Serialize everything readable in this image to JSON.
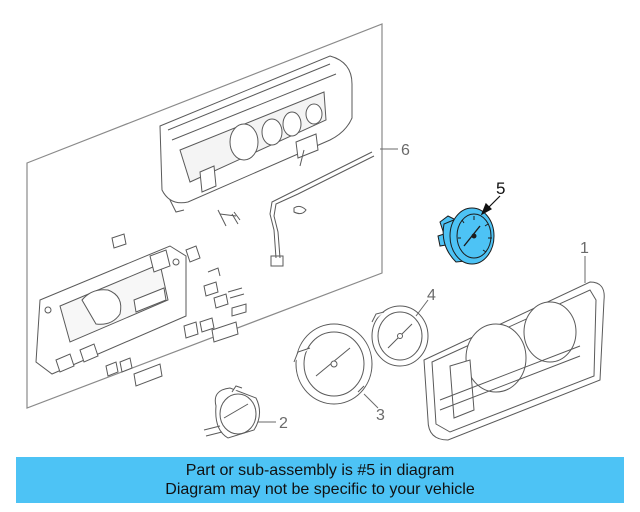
{
  "diagram": {
    "callouts": {
      "part_1": "1",
      "part_2": "2",
      "part_3": "3",
      "part_4": "4",
      "part_5": "5",
      "part_6": "6"
    },
    "highlight_color": "#4dc3f5",
    "line_color": "#6a6a6a"
  },
  "banner": {
    "line1": "Part or sub-assembly is #5 in diagram",
    "line2": "Diagram may not be specific to your vehicle",
    "background": "#4dc3f5"
  }
}
